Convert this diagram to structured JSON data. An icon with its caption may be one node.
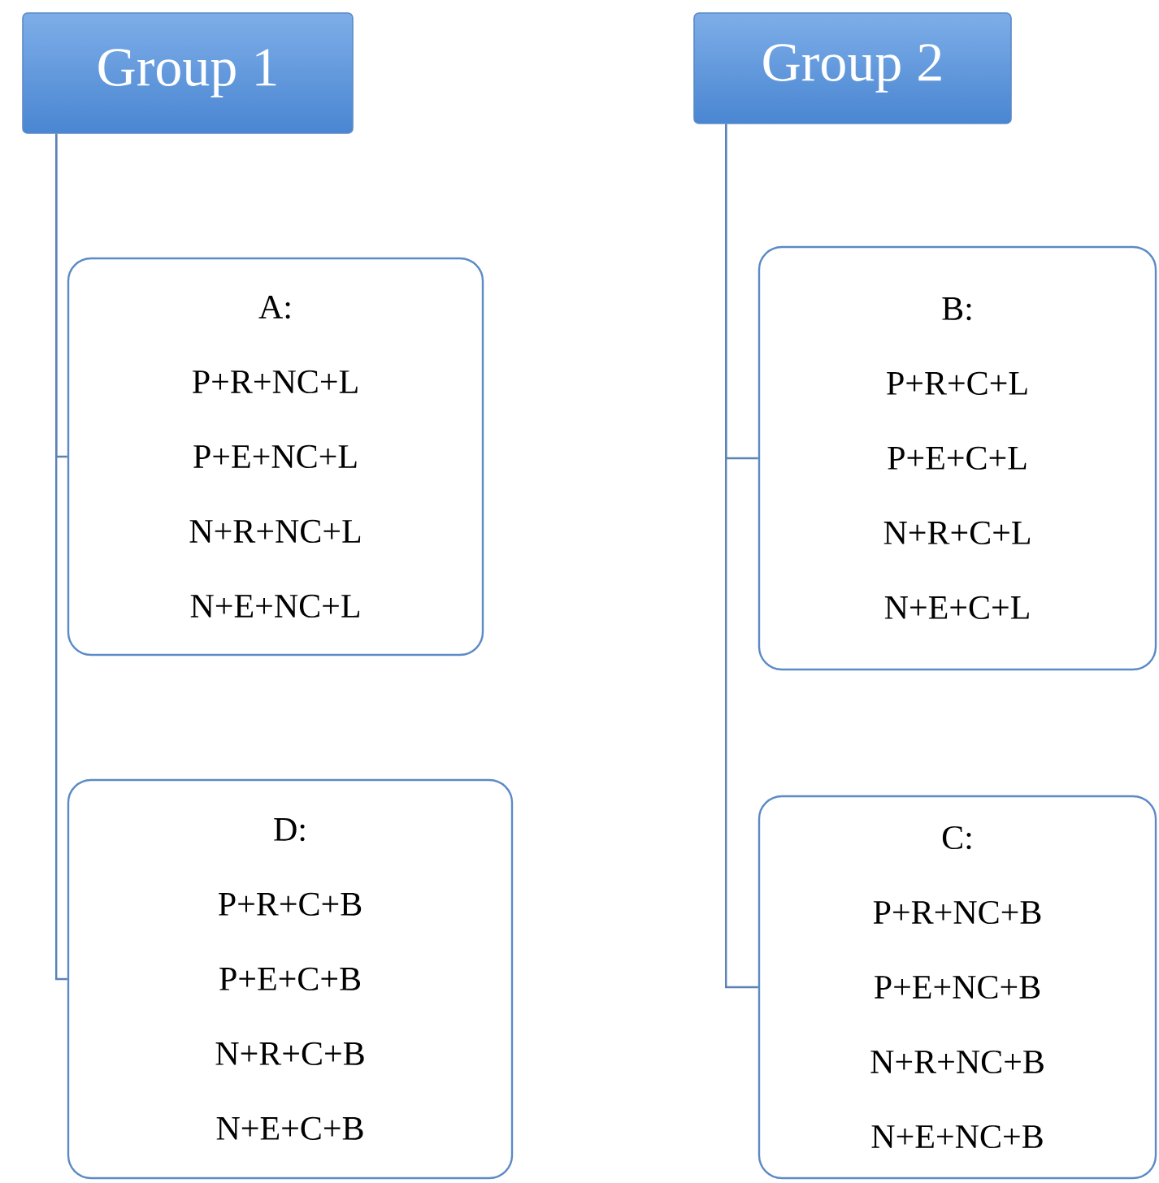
{
  "diagram": {
    "nodes": [
      {
        "text": [
          "Group 1"
        ]
      },
      {
        "text": [
          "A:",
          "P+R+NC+L",
          "P+E+NC+L",
          "N+R+NC+L",
          "N+E+NC+L"
        ]
      },
      {
        "text": [
          "D:",
          "P+R+C+B",
          "P+E+C+B",
          "N+R+C+B",
          "N+E+C+B"
        ]
      },
      {
        "text": [
          "Group 2"
        ]
      },
      {
        "text": [
          "B:",
          "P+R+C+L",
          "P+E+C+L",
          "N+R+C+L",
          "N+E+C+L"
        ]
      },
      {
        "text": [
          "C:",
          "P+R+NC+B",
          "P+E+NC+B",
          "N+R+NC+B",
          "N+E+NC+B"
        ]
      }
    ],
    "edges": [
      {
        "from": 0,
        "to": 1,
        "arrow": "none"
      },
      {
        "from": 0,
        "to": 2,
        "arrow": "none"
      },
      {
        "from": 3,
        "to": 4,
        "arrow": "none"
      },
      {
        "from": 3,
        "to": 5,
        "arrow": "none"
      }
    ]
  }
}
